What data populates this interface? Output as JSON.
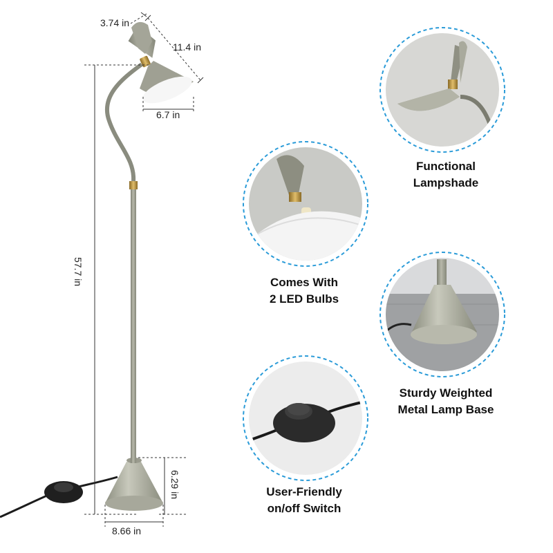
{
  "dimensions": {
    "shade_top": "3.74 in",
    "shade_length": "11.4 in",
    "shade_width": "6.7 in",
    "height": "57.7 in",
    "base_height": "6.29 in",
    "base_width": "8.66 in"
  },
  "features": [
    {
      "id": "lampshade",
      "line1": "Functional",
      "line2": "Lampshade"
    },
    {
      "id": "bulbs",
      "line1": "Comes With",
      "line2": "2 LED Bulbs"
    },
    {
      "id": "base",
      "line1": "Sturdy Weighted",
      "line2": "Metal Lamp Base"
    },
    {
      "id": "switch",
      "line1": "User-Friendly",
      "line2": "on/off Switch"
    }
  ],
  "colors": {
    "lamp_body": "#9c9d8f",
    "lamp_highlight": "#c9c9bd",
    "brass": "#b08a3a",
    "bubble_border": "#2a9bd8",
    "switch": "#2a2a2a"
  }
}
